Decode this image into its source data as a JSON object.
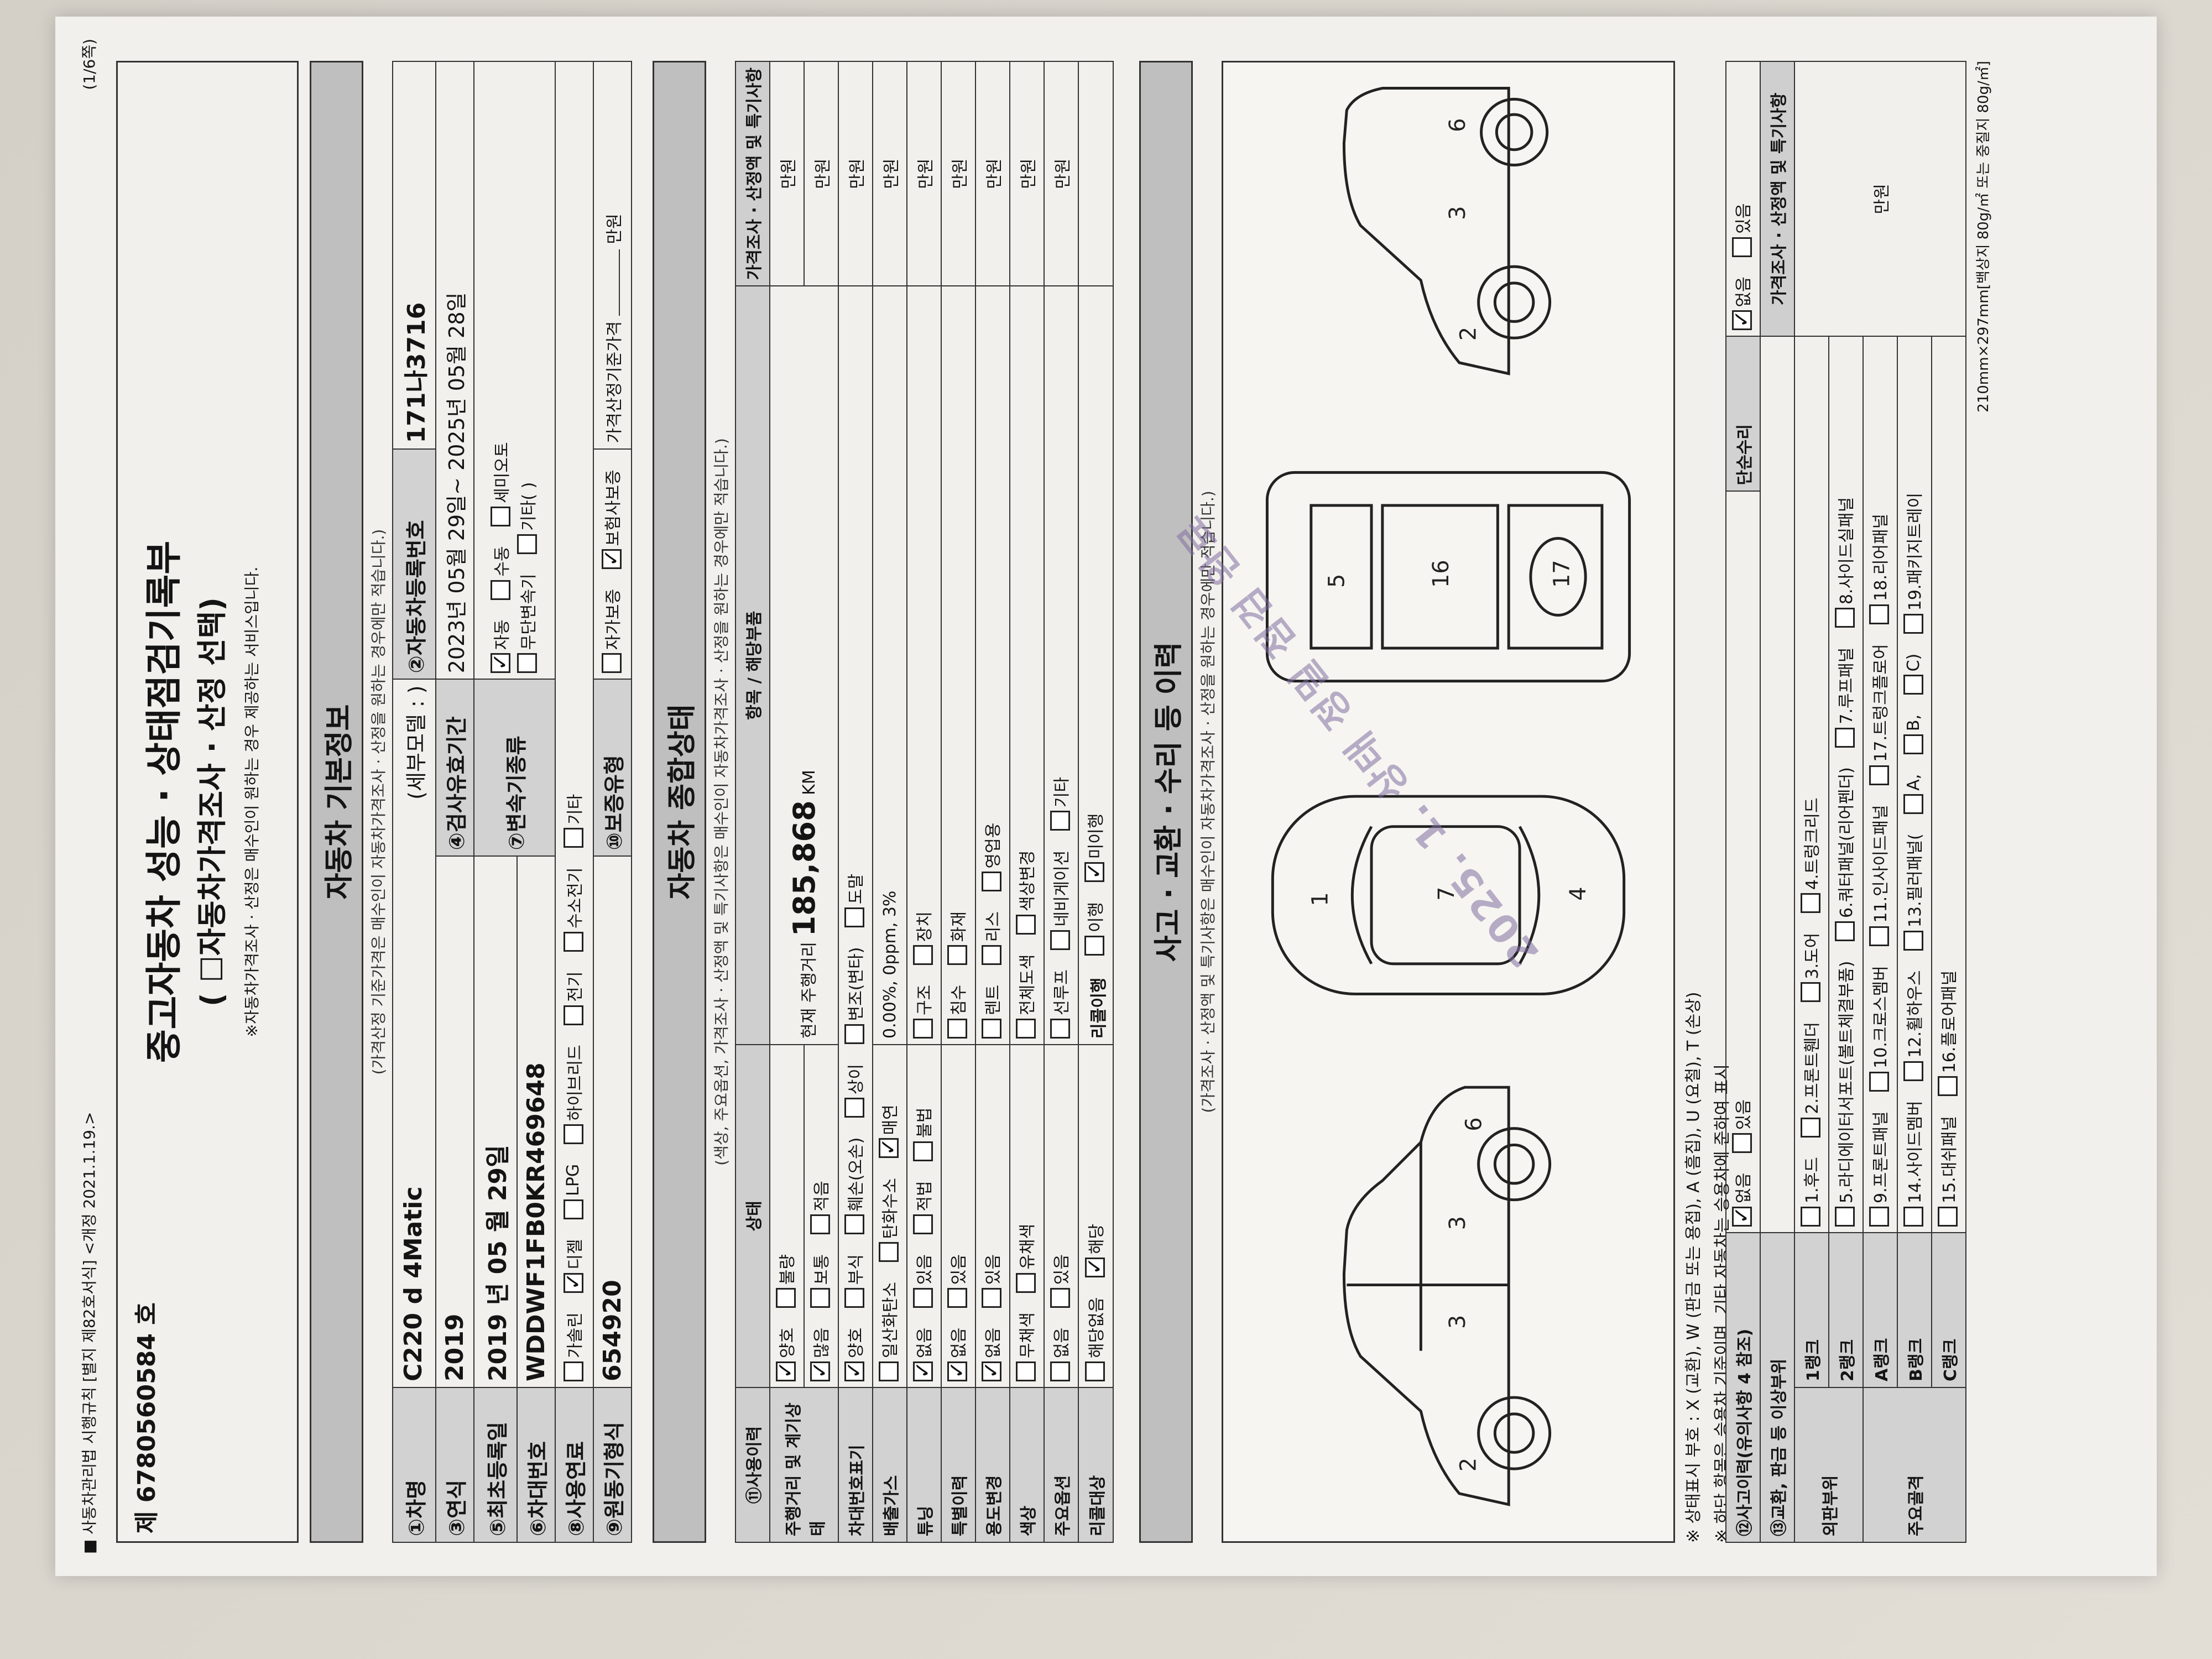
{
  "doc": {
    "side_note": "■ 사동차관리법 시행규칙 [별지 제82호서식] <개정 2021.1.19.>",
    "page_no": "(1/6쪽)",
    "doc_no": "제 6780560584 호",
    "title_1": "중고자동차 성능 · 상태점검기록부",
    "title_2": "( ☐자동차가격조사 · 산정 선택)",
    "title_note": "※자동차가격조사 · 산정은 매수인이 원하는 경우 제공하는 서비스입니다.",
    "paper_size": "210mm×297mm[백상지 80g/㎡ 또는 중질지 80g/㎡]"
  },
  "basic": {
    "band": "자동차 기본정보",
    "sub": "(가격산정 기준가격은 매수인이 자동차가격조사 · 산정을 원하는 경우에만 적습니다.)",
    "car_name_label": "①차명",
    "car_name": "C220 d 4Matic",
    "detail_model_label": "(세부모델 :",
    "detail_model_close": ")",
    "reg_no_label": "②자동차등록번호",
    "reg_no": "171나3716",
    "year_label": "③연식",
    "year": "2019",
    "inspect_period_label": "④검사유효기간",
    "inspect_period": "2023년 05월 29일~ 2025년 05월 28일",
    "first_reg_label": "⑤최초등록일",
    "first_reg": "2019 년 05 월 29일",
    "trans_label": "⑦변속기종류",
    "trans_opts": [
      "자동",
      "수동",
      "세미오토",
      "무단변속기",
      "기타( )"
    ],
    "vin_label": "⑥차대번호",
    "vin": "WDDWF1FB0KR469648",
    "fuel_label": "⑧사용연료",
    "fuel_opts": [
      "가솔린",
      "디젤",
      "LPG",
      "하이브리드",
      "전기",
      "수소전기",
      "기타"
    ],
    "warranty_label": "⑩보증유형",
    "warranty_opts": [
      "자가보증",
      "보험사보증"
    ],
    "engine_label": "⑨원동기형식",
    "engine": "654920",
    "price_label": "가격산정기준가격",
    "price_unit": "만원"
  },
  "status": {
    "band": "자동차 종합상태",
    "sub": "(색상, 주요옵션, 가격조사 · 산정액 및 특기사항은 매수인이 자동차가격조사 · 산정을 원하는 경우에만 적습니다.)",
    "col_history": "⑪사용이력",
    "col_state": "상태",
    "col_item": "항목 / 해당부품",
    "col_price": "가격조사 · 산정액 및 특기사항",
    "unit": "만원",
    "odometer_label": "주행거리 및 계기상태",
    "mileage_label": "현재 주행거리",
    "mileage": "185,868",
    "mileage_unit": "KM",
    "odo_opts": [
      "양호",
      "불량"
    ],
    "mileage_opts": [
      "많음",
      "보통",
      "적음"
    ],
    "vin_mark_label": "차대번호표기",
    "vin_mark_opts": [
      "양호",
      "부식",
      "훼손(오손)",
      "상이",
      "변조(변타)",
      "도말"
    ],
    "emission_label": "배출가스",
    "emission_opts": [
      "일산화탄소",
      "탄화수소",
      "매연"
    ],
    "emission_vals": "0.00%,  0ppm,  3%",
    "tuning_label": "튜닝",
    "tuning_opts": [
      "없음",
      "있음",
      "적법",
      "불법",
      "구조",
      "장치"
    ],
    "special_label": "특별이력",
    "special_opts": [
      "없음",
      "있음",
      "침수",
      "화재"
    ],
    "usage_label": "용도변경",
    "usage_opts": [
      "없음",
      "있음",
      "렌트",
      "리스",
      "영업용"
    ],
    "color_label": "색상",
    "color_opts": [
      "무채색",
      "유채색",
      "전체도색",
      "색상변경"
    ],
    "options_label": "주요옵션",
    "options_opts": [
      "없음",
      "있음",
      "선루프",
      "네비게이션",
      "기타"
    ],
    "recall_label": "리콜대상",
    "recall_opts": [
      "해당없음",
      "해당"
    ],
    "recall_item": "리콜이행",
    "recall_done_opts": [
      "이행",
      "미이행"
    ]
  },
  "accident": {
    "band": "사고 · 교환 · 수리 등 이력",
    "sub": "(가격조사 · 산정액 및 특기사항은 매수인이 자동차가격조사 · 산정을 원하는 경우에만 적습니다.)",
    "legend": "※ 상태표시 부호 : X (교환), W (판금 또는 용접), A (흠집), U (요철), T (손상)",
    "legend2": "※ 하단 항목은 승용차 기준이며, 기타 자동차는 승용차에 준하여 표시",
    "hist_label": "⑫사고이력(유의사항 4 참조)",
    "hist_opts": [
      "없음",
      "있음"
    ],
    "simple_label": "단순수리",
    "simple_opts": [
      "없음",
      "있음"
    ],
    "exch_label": "⑬교환, 판금 등 이상부위",
    "outer": "외판부위",
    "main": "주요골격",
    "rank1": "1랭크",
    "rank2": "2랭크",
    "rankA": "A랭크",
    "rankB": "B랭크",
    "rankC": "C랭크",
    "r1": [
      "1.후드",
      "2.프론트휀더",
      "3.도어",
      "4.트렁크리드"
    ],
    "r2": [
      "5.라디에이터서포트(볼트체결부품)",
      "6.쿼터패널(리어펜더)",
      "7.루프패널",
      "8.사이드실패널"
    ],
    "rA": [
      "9.프론트패널",
      "10.크로스멤버",
      "11.인사이드패널",
      "17.트렁크플로어",
      "18.리어패널"
    ],
    "rB": [
      "14.사이드멤버",
      "12.휠하우스",
      "13.필러패널(",
      "A,",
      "B,",
      "C)",
      "19.패키지트레이"
    ],
    "rC": [
      "15.대쉬패널",
      "16.플로어패널"
    ],
    "price_col": "가격조사 · 산정액 및 특기사항",
    "price_unit": "만원"
  },
  "stamp": "2025. 1. 상태 정밀 점검 완료"
}
